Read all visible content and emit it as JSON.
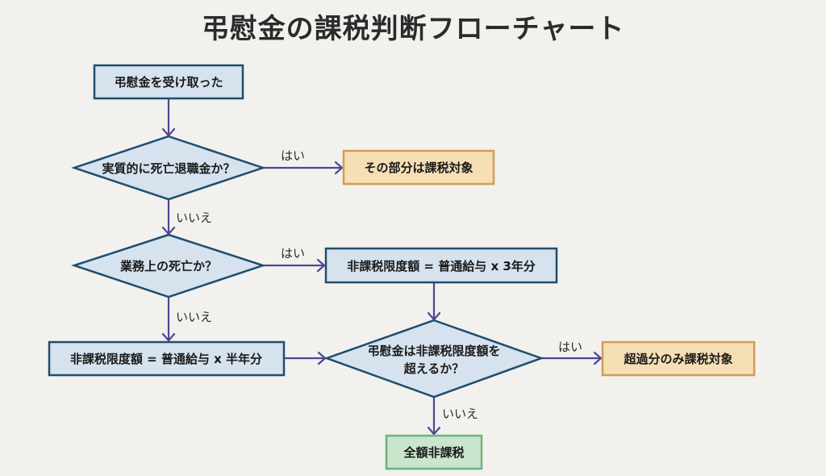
{
  "title": "弔慰金の課税判断フローチャート",
  "nodes": {
    "start": "弔慰金を受け取った",
    "q_retirement": "実質的に死亡退職金か？",
    "r_taxable_part": "その部分は課税対象",
    "q_work_death": "業務上の死亡か？",
    "limit_3years": "非課税限度額 = 普通給与 x 3年分",
    "limit_half_year": "非課税限度額 = 普通給与 x 半年分",
    "q_exceeds_line1": "弔慰金は非課税限度額を",
    "q_exceeds_line2": "超えるか？",
    "r_excess_taxable": "超過分のみ課税対象",
    "r_fully_exempt": "全額非課税"
  },
  "edge_labels": {
    "yes": "はい",
    "no": "いいえ"
  },
  "colors": {
    "process_fill": "#d6e2ee",
    "process_stroke": "#1f4e6e",
    "taxable_fill": "#f6dfb5",
    "taxable_stroke": "#d49a55",
    "exempt_fill": "#c9e6cd",
    "exempt_stroke": "#6db27a",
    "edge": "#4d4792"
  }
}
